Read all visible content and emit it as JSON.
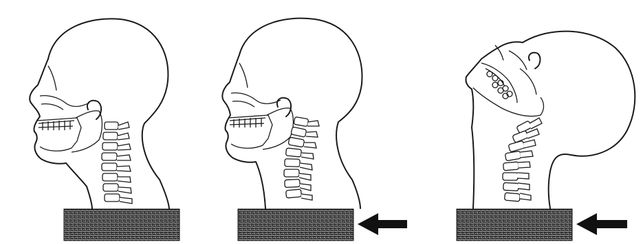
{
  "figure": {
    "panels": [
      {
        "name": "neutral-position",
        "has_arrow": false,
        "description_icon": "head-skull-neutral"
      },
      {
        "name": "retraction-position",
        "has_arrow": true,
        "arrow_direction": "left",
        "description_icon": "head-skull-retracted"
      },
      {
        "name": "extension-position",
        "has_arrow": true,
        "arrow_direction": "left",
        "description_icon": "head-skull-extended"
      }
    ],
    "colors": {
      "line": "#1a1a1a",
      "skin_fill": "#ffffff",
      "support_block_fill": "#2a2a2a",
      "arrow": "#111111",
      "background": "#ffffff"
    }
  }
}
